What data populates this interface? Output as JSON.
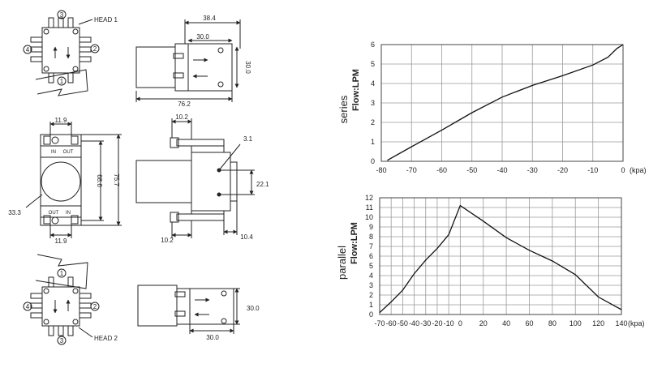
{
  "drawings": {
    "head1_label": "HEAD 1",
    "head2_label": "HEAD 2",
    "port_numbers": [
      "1",
      "2",
      "3",
      "4"
    ],
    "dim_38_4": "38.4",
    "dim_30_0": "30.0",
    "dim_76_2": "76.2",
    "dim_11_9": "11.9",
    "dim_68_6": "68.6",
    "dim_75_7": "75.7",
    "dim_33_3": "33.3",
    "dim_10_2": "10.2",
    "dim_3_1": "3.1",
    "dim_22_1": "22.1",
    "dim_10_4": "10.4",
    "port_in": "IN",
    "port_out": "OUT"
  },
  "chart_data": [
    {
      "type": "line",
      "series_label": "series",
      "ylabel": "Flow:LPM",
      "xlabel": "(kpa)",
      "x_ticks": [
        "-80",
        "-70",
        "-60",
        "-50",
        "-40",
        "-30",
        "-20",
        "-10",
        "0"
      ],
      "x_tick_values": [
        -80,
        -70,
        -60,
        -50,
        -40,
        -30,
        -20,
        -10,
        0
      ],
      "y_ticks": [
        "0",
        "1",
        "2",
        "3",
        "4",
        "5",
        "6"
      ],
      "y_tick_values": [
        0,
        1,
        2,
        3,
        4,
        5,
        6
      ],
      "xlim": [
        -80,
        0
      ],
      "ylim": [
        0,
        6
      ],
      "grid": true,
      "x": [
        -78,
        -70,
        -60,
        -50,
        -40,
        -30,
        -20,
        -10,
        -5,
        -2,
        0
      ],
      "y": [
        0.05,
        0.75,
        1.6,
        2.5,
        3.3,
        3.9,
        4.4,
        4.95,
        5.35,
        5.8,
        6.0
      ]
    },
    {
      "type": "line",
      "series_label": "parallel",
      "ylabel": "Flow:LPM",
      "xlabel": "(kpa)",
      "x_ticks": [
        "-70",
        "-60",
        "-50",
        "-40",
        "-30",
        "-20",
        "-10",
        "0",
        "20",
        "40",
        "60",
        "80",
        "100",
        "120",
        "140"
      ],
      "x_tick_values": [
        -70,
        -60,
        -50,
        -40,
        -30,
        -20,
        -10,
        0,
        20,
        40,
        60,
        80,
        100,
        120,
        140
      ],
      "y_ticks": [
        "0",
        "1",
        "2",
        "3",
        "4",
        "5",
        "6",
        "7",
        "8",
        "9",
        "10",
        "11",
        "12"
      ],
      "y_tick_values": [
        0,
        1,
        2,
        3,
        4,
        5,
        6,
        7,
        8,
        9,
        10,
        11,
        12
      ],
      "xlim": [
        -70,
        140
      ],
      "ylim": [
        0,
        12
      ],
      "grid": true,
      "x": [
        -70,
        -60,
        -50,
        -40,
        -30,
        -20,
        -10,
        0,
        20,
        40,
        60,
        80,
        100,
        120,
        140
      ],
      "y": [
        0.2,
        1.3,
        2.5,
        4.2,
        5.6,
        6.8,
        8.2,
        11.2,
        9.6,
        7.9,
        6.6,
        5.5,
        4.1,
        1.8,
        0.5
      ]
    }
  ]
}
